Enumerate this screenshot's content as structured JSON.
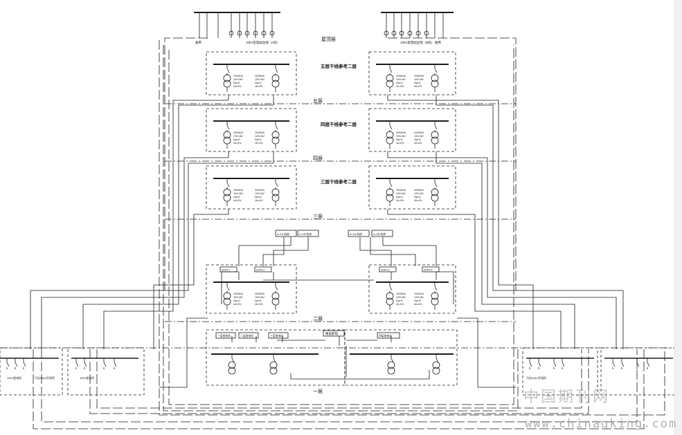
{
  "floors": {
    "roof": "屋顶层",
    "f5": "五层",
    "f4": "四层",
    "f3": "三层",
    "f2": "二层",
    "f1": "一层"
  },
  "titles": {
    "f5": "五层干线参考二层",
    "f4": "四层干线参考二层",
    "f3": "三层干线参考二层"
  },
  "roof_panels": {
    "left_caption": "10kV变电站出线（A段）",
    "right_caption": "10kV变电站出线（B段）",
    "spare": "备用"
  },
  "f2_boxes": [
    "D-1A 机房",
    "D-1B 机房",
    "D-2A 机房",
    "D-2B 机房"
  ],
  "f2_buses": [
    "ZDP2-1",
    "ZDP2-2",
    "ZDP2-3",
    "ZDP2-4"
  ],
  "f1_boxes": [
    "一层变电站",
    "二层变电站",
    "三层变电站",
    "四层变电站",
    "楼层配电"
  ],
  "transformer_note": [
    "2000kVA",
    "10/0.4kV",
    "Dyn11",
    "Uk=6%"
  ],
  "side_notes": {
    "sub_a": "10kV变电所",
    "sub_b": "10kV变电所",
    "feed_a": "引自10kV开闭所",
    "feed_b": "引自10kV开闭所"
  },
  "watermark": {
    "cn": "中国期刊网",
    "url": "www.chinaqking.com"
  },
  "colors": {
    "line": "#1a1a1a",
    "background": "#ffffff",
    "watermark": "#9a9a9a"
  }
}
